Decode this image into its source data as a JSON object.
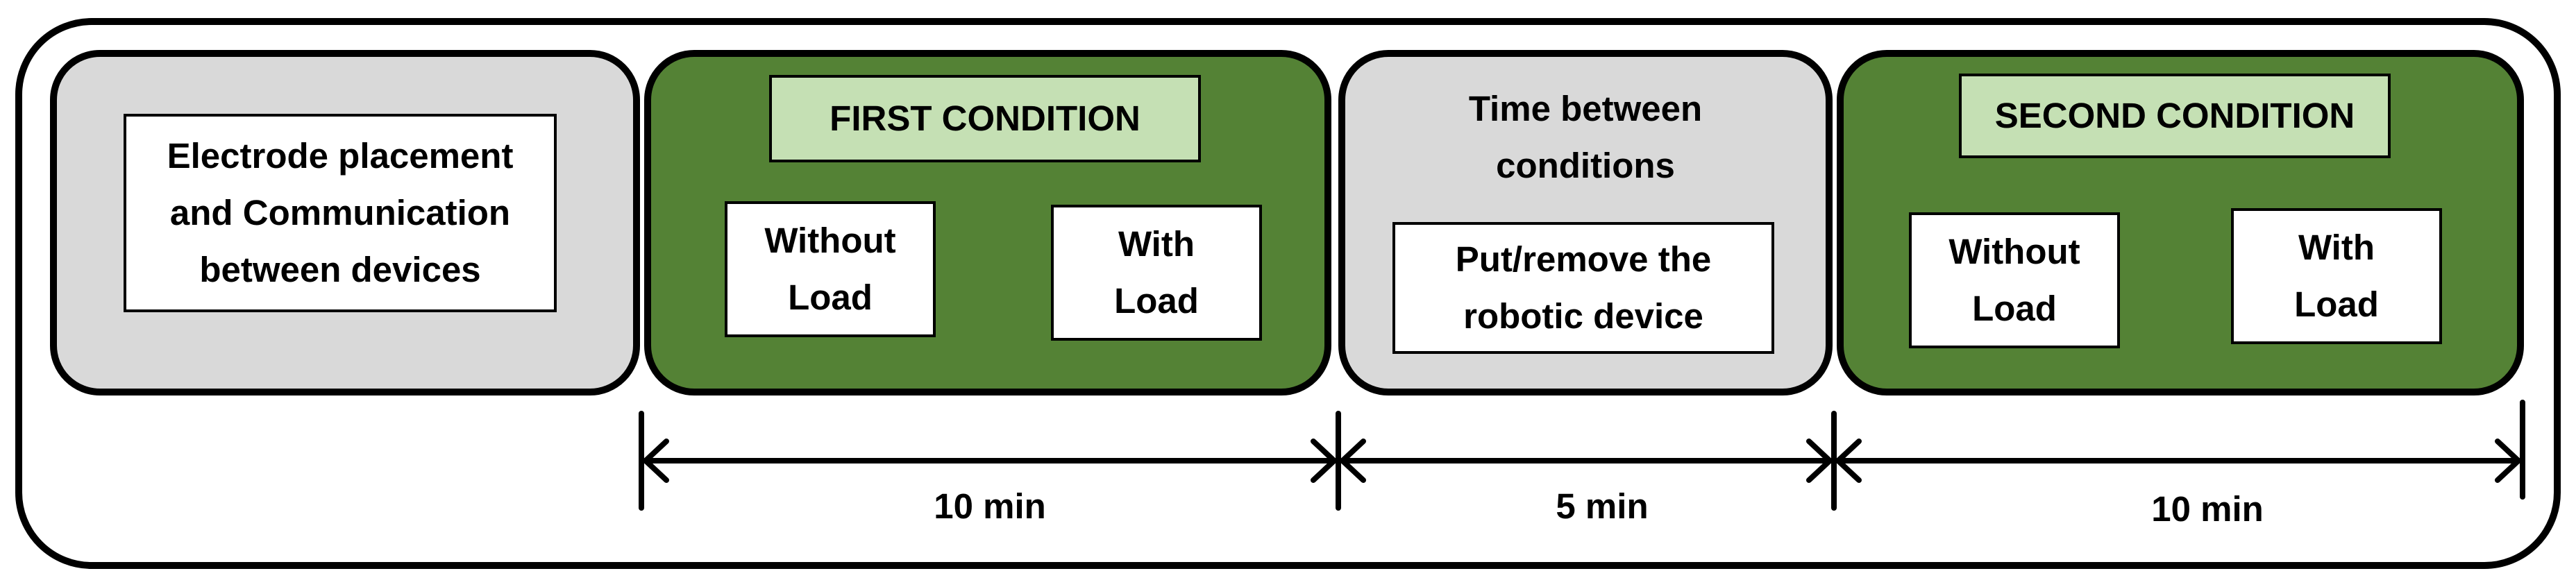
{
  "phases": {
    "setup": {
      "label": "Electrode placement\nand Communication\nbetween devices"
    },
    "first_condition": {
      "title": "FIRST CONDITION",
      "without_load": "Without\nLoad",
      "with_load": "With\nLoad"
    },
    "transition": {
      "title": "Time between\nconditions",
      "action": "Put/remove the\nrobotic device"
    },
    "second_condition": {
      "title": "SECOND CONDITION",
      "without_load": "Without\nLoad",
      "with_load": "With\nLoad"
    }
  },
  "durations": {
    "first": "10 min",
    "between": "5 min",
    "second": "10 min"
  },
  "colors": {
    "panel_gray": "#d9d9d9",
    "panel_green": "#548235",
    "header_green": "#c5e0b4",
    "outline": "#000000"
  }
}
